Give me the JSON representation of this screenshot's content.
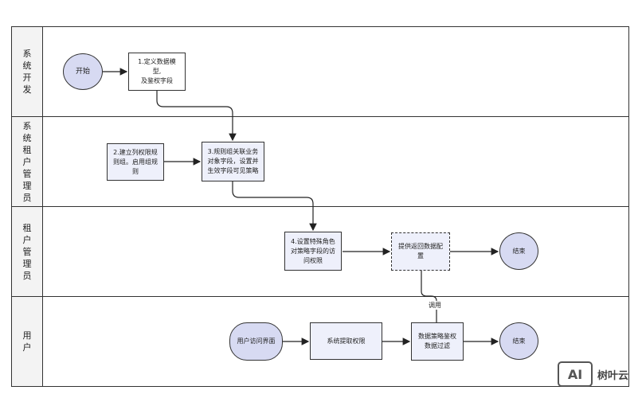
{
  "lanes": [
    {
      "label": "系统开发"
    },
    {
      "label": "系统租户管理员"
    },
    {
      "label": "租户管理员"
    },
    {
      "label": "用户"
    }
  ],
  "nodes": {
    "start": "开始",
    "define_model": "1.定义数据模型,\n及鉴权字段",
    "build_rule_group": "2.建立列权限规则组。启用组规则",
    "plan_fields": "3.规则组关联业务对象字段，设置并生效字段可见策略",
    "special_role": "4.设置特殊角色对策略字段的访问权限",
    "return_config": "提供返回数据配置",
    "end1": "结束",
    "user_access": "用户访问界面",
    "fetch_permission": "系统提取权限",
    "filter_data": "数据策略鉴权数据过滤",
    "end2": "结束"
  },
  "edge_labels": {
    "invoke": "调用"
  },
  "watermark": {
    "logo_mark": "AI",
    "brand": "树叶云"
  }
}
